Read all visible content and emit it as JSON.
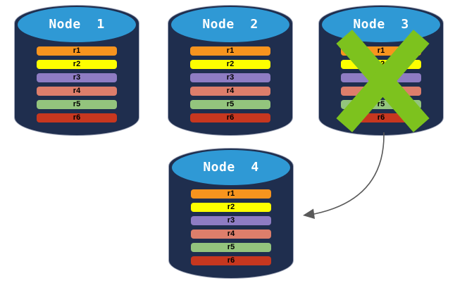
{
  "diagram": {
    "description": "Database replication diagram: four nodes each holding replicas r1-r6; Node 3 has failed (green X) and its data is replicated to Node 4 (curved arrow)."
  },
  "nodes": [
    {
      "id": "node-1",
      "label": "Node  1",
      "rows": [
        {
          "label": "r1"
        },
        {
          "label": "r2"
        },
        {
          "label": "r3"
        },
        {
          "label": "r4"
        },
        {
          "label": "r5"
        },
        {
          "label": "r6"
        }
      ]
    },
    {
      "id": "node-2",
      "label": "Node  2",
      "rows": [
        {
          "label": "r1"
        },
        {
          "label": "r2"
        },
        {
          "label": "r3"
        },
        {
          "label": "r4"
        },
        {
          "label": "r5"
        },
        {
          "label": "r6"
        }
      ]
    },
    {
      "id": "node-3",
      "label": "Node  3",
      "failed": true,
      "rows": [
        {
          "label": "r1"
        },
        {
          "label": "r2"
        },
        {
          "label": "r3"
        },
        {
          "label": "r4"
        },
        {
          "label": "r5"
        },
        {
          "label": "r6"
        }
      ]
    },
    {
      "id": "node-4",
      "label": "Node  4",
      "rows": [
        {
          "label": "r1"
        },
        {
          "label": "r2"
        },
        {
          "label": "r3"
        },
        {
          "label": "r4"
        },
        {
          "label": "r5"
        },
        {
          "label": "r6"
        }
      ]
    }
  ],
  "colors": {
    "cylinder_body": "#1f2e4e",
    "cylinder_top": "#2f99d5",
    "node_label_text": "#ffffff",
    "row_label_text": "#000000",
    "row_colors": {
      "r1": "#f7941e",
      "r2": "#fdff00",
      "r3": "#8e7cc3",
      "r4": "#dd7e6b",
      "r5": "#93c47d",
      "r6": "#c7371f"
    },
    "failure_x": "#7dc21e",
    "arrow": "#595959"
  },
  "icons": {
    "failure_x": "x-mark over failed node",
    "replication_arrow": "curved arrow from Node 3 to Node 4"
  }
}
